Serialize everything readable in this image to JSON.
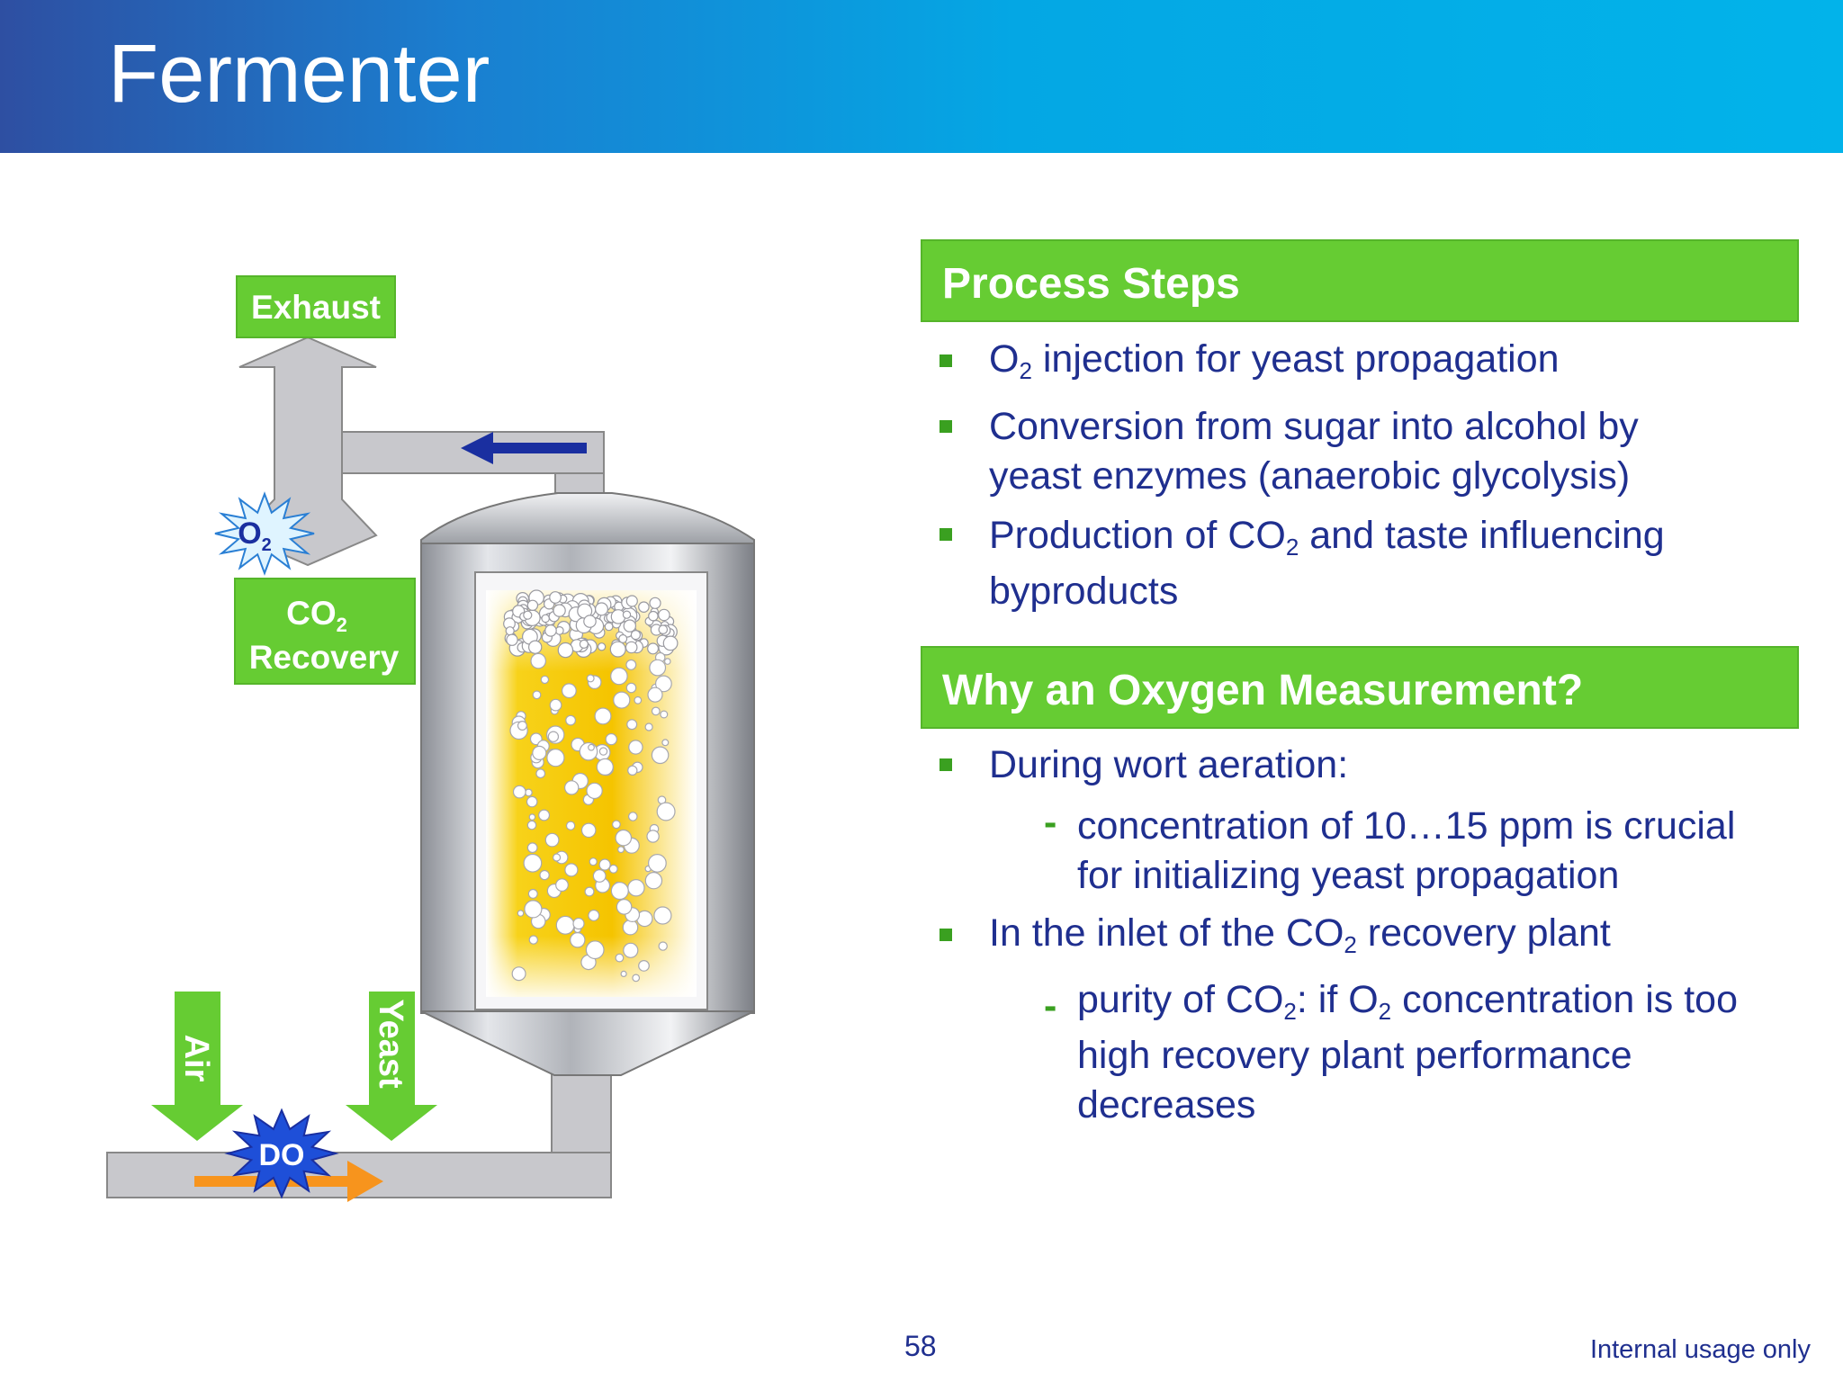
{
  "title": "Fermenter",
  "diagram": {
    "exhaust": "Exhaust",
    "co2_recovery_top": "CO",
    "co2_recovery_sub": "2",
    "co2_recovery_bottom": "Recovery",
    "o2_badge": "O",
    "o2_badge_sub": "2",
    "air": "Air",
    "yeast": "Yeast",
    "do_badge": "DO"
  },
  "process_steps": {
    "header": "Process Steps",
    "items": [
      {
        "pre": "O",
        "sub": "2",
        "post": " injection for yeast propagation"
      },
      {
        "line1": "Conversion from sugar into alcohol by",
        "line2": "yeast enzymes (anaerobic glycolysis)"
      },
      {
        "pre": "Production of CO",
        "sub": "2",
        "post": " and taste influencing",
        "line2": "byproducts"
      }
    ]
  },
  "why": {
    "header": "Why an Oxygen Measurement?",
    "item1": "During wort aeration:",
    "sub1_line1": "concentration of 10…15 ppm is crucial",
    "sub1_line2": "for initializing yeast propagation",
    "item2_pre": "In the inlet of the CO",
    "item2_sub": "2",
    "item2_post": " recovery plant",
    "sub2_a": "purity of CO",
    "sub2_b": "2",
    "sub2_c": ": if O",
    "sub2_d": "2",
    "sub2_e": " concentration is too",
    "sub2_line2": "high recovery plant performance",
    "sub2_line3": "decreases"
  },
  "dash_glyph": "-",
  "footer": {
    "page": "58",
    "note": "Internal usage only"
  },
  "colors": {
    "green": "#66cc33",
    "navy": "#1f2f8f",
    "pipe": "#c8c8cc",
    "beer": "#f5c800",
    "orange": "#f7941d",
    "burst_blue": "#1e4fd8"
  }
}
